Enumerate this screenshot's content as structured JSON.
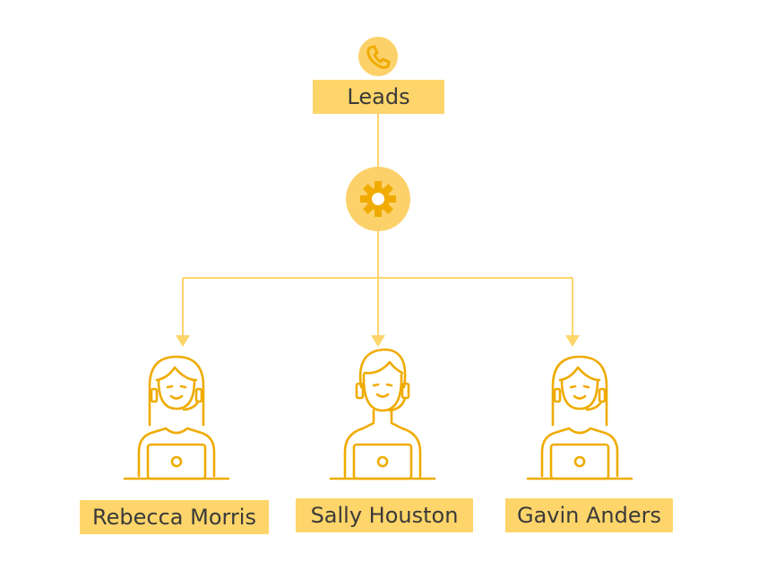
{
  "colors": {
    "accent": "#fdd56a",
    "icon_fill": "#fcd16a",
    "icon_stroke": "#f0ab00",
    "line": "#fdd56a",
    "text": "#3a3a3a"
  },
  "source": {
    "label": "Leads",
    "icon": "phone-icon"
  },
  "router": {
    "icon": "gear-icon"
  },
  "agents": [
    {
      "name": "Rebecca Morris",
      "icon": "female-agent-headset-laptop-icon"
    },
    {
      "name": "Sally Houston",
      "icon": "male-agent-headset-laptop-icon"
    },
    {
      "name": "Gavin Anders",
      "icon": "female-agent-headset-laptop-icon"
    }
  ]
}
